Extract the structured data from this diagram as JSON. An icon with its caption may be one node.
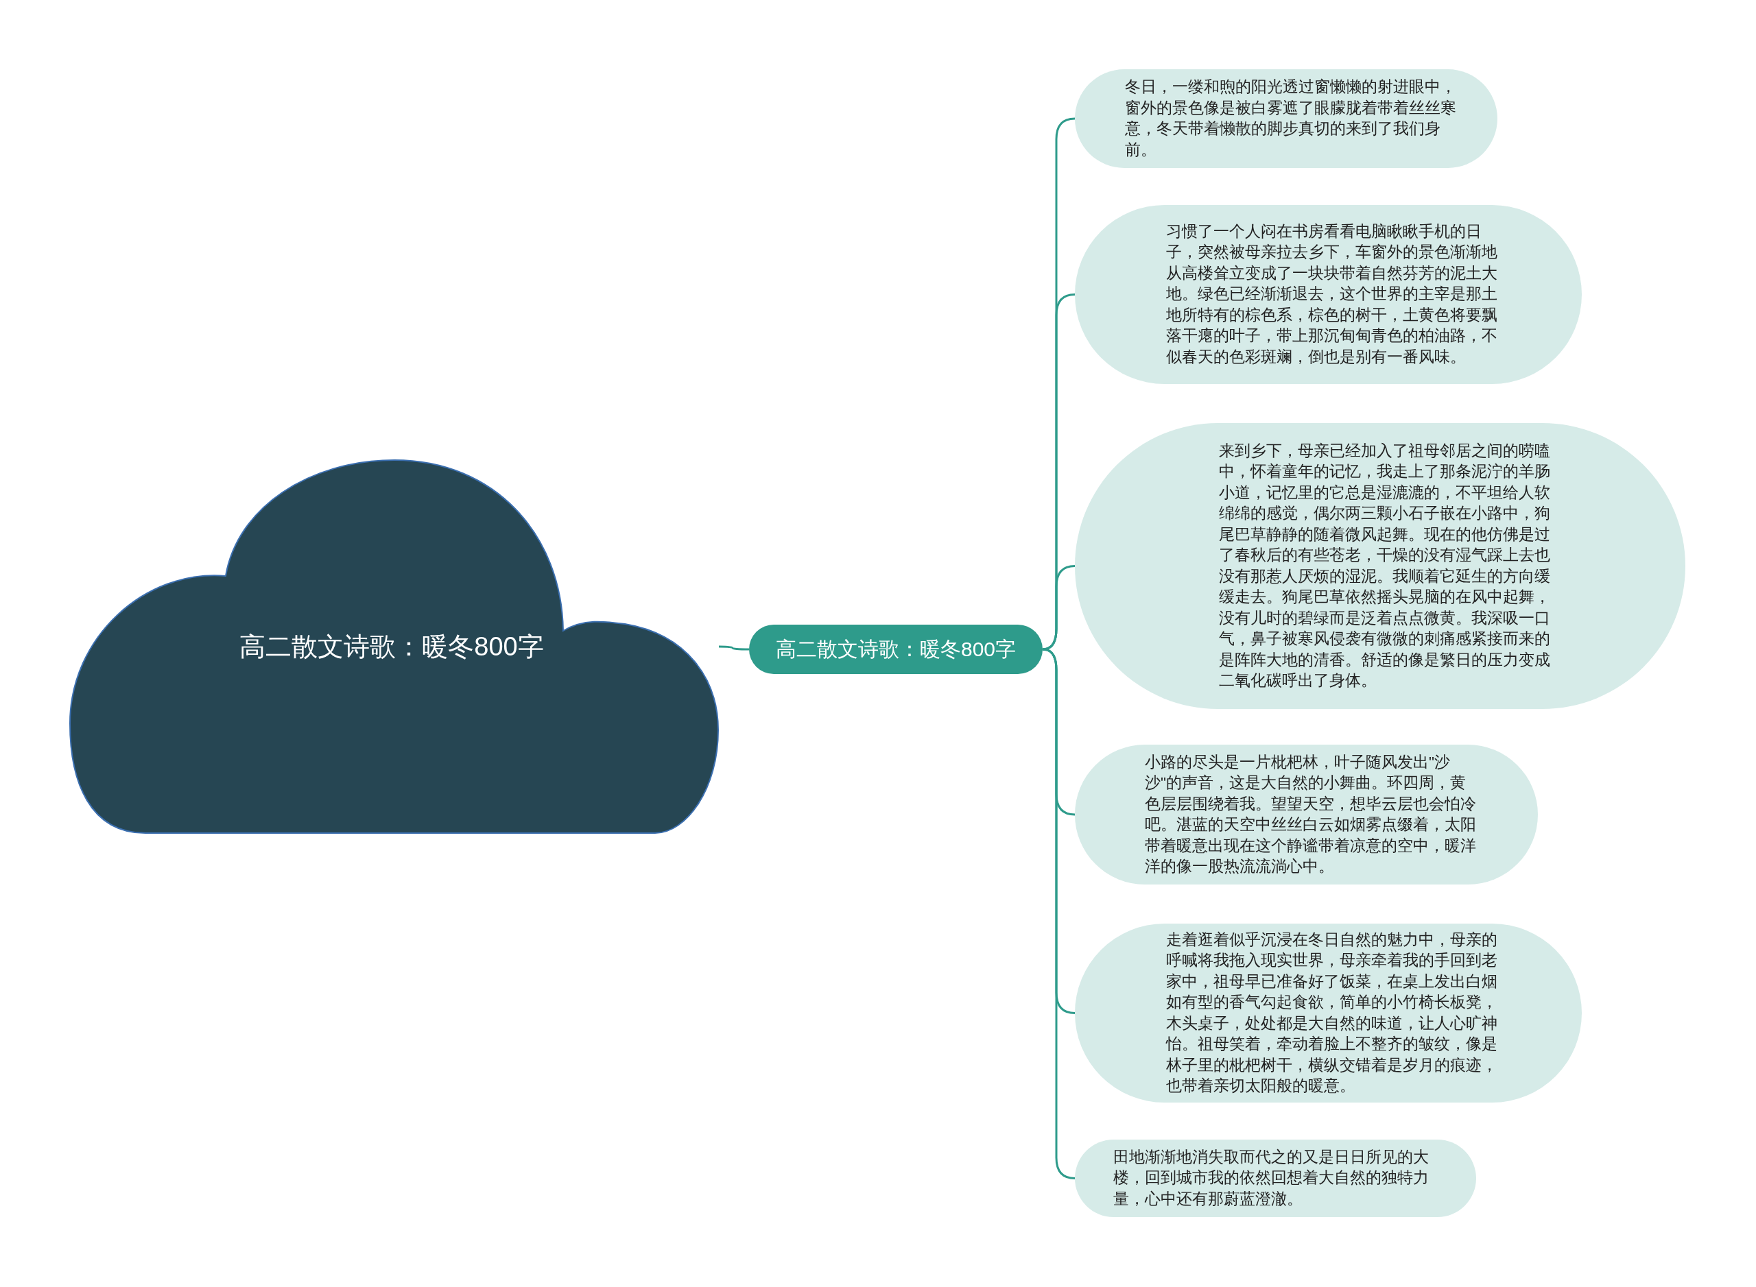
{
  "diagram": {
    "nodes": [
      {
        "text": [
          "高二散文诗歌：暖冬800字"
        ]
      },
      {
        "text": [
          "高二散文诗歌：暖冬800字"
        ]
      },
      {
        "text": [
          "冬日，一缕和煦的阳光透过窗懒懒的射进眼中，窗外的景色像是被白雾遮了眼朦胧着带着丝丝寒意，冬天带着懒散的脚步真切的来到了我们身前。"
        ]
      },
      {
        "text": [
          "习惯了一个人闷在书房看看电脑瞅瞅手机的日子，突然被母亲拉去乡下，车窗外的景色渐渐地从高楼耸立变成了一块块带着自然芬芳的泥土大地。绿色已经渐渐退去，这个世界的主宰是那土地所特有的棕色系，棕色的树干，土黄色将要飘落干瘪的叶子，带上那沉甸甸青色的柏油路，不似春天的色彩斑斓，倒也是别有一番风味。"
        ]
      },
      {
        "text": [
          "来到乡下，母亲已经加入了祖母邻居之间的唠嗑中，怀着童年的记忆，我走上了那条泥泞的羊肠小道，记忆里的它总是湿漉漉的，不平坦给人软绵绵的感觉，偶尔两三颗小石子嵌在小路中，狗尾巴草静静的随着微风起舞。现在的他仿佛是过了春秋后的有些苍老，干燥的没有湿气踩上去也没有那惹人厌烦的湿泥。我顺着它延生的方向缓缓走去。狗尾巴草依然摇头晃脑的在风中起舞，没有儿时的碧绿而是泛着点点微黄。我深吸一口气，鼻子被寒风侵袭有微微的刺痛感紧接而来的是阵阵大地的清香。舒适的像是繁日的压力变成二氧化碳呼出了身体。"
        ]
      },
      {
        "text": [
          "小路的尽头是一片枇杷林，叶子随风发出\"沙沙\"的声音，这是大自然的小舞曲。环四周，黄色层层围绕着我。望望天空，想毕云层也会怕冷吧。湛蓝的天空中丝丝白云如烟雾点缀着，太阳带着暖意出现在这个静谧带着凉意的空中，暖洋洋的像一股热流流淌心中。"
        ]
      },
      {
        "text": [
          "走着逛着似乎沉浸在冬日自然的魅力中，母亲的呼喊将我拖入现实世界，母亲牵着我的手回到老家中，祖母早已准备好了饭菜，在桌上发出白烟如有型的香气勾起食欲，简单的小竹椅长板凳，木头桌子，处处都是大自然的味道，让人心旷神怡。祖母笑着，牵动着脸上不整齐的皱纹，像是林子里的枇杷树干，横纵交错着是岁月的痕迹，也带着亲切太阳般的暖意。"
        ]
      },
      {
        "text": [
          "田地渐渐地消失取而代之的又是日日所见的大楼，回到城市我的依然回想着大自然的独特力量，心中还有那蔚蓝澄澈。"
        ]
      }
    ],
    "edges": [
      {
        "from": 0,
        "to": 1,
        "arrow": "none"
      },
      {
        "from": 1,
        "to": 2,
        "arrow": "none"
      },
      {
        "from": 1,
        "to": 3,
        "arrow": "none"
      },
      {
        "from": 1,
        "to": 4,
        "arrow": "none"
      },
      {
        "from": 1,
        "to": 5,
        "arrow": "none"
      },
      {
        "from": 1,
        "to": 6,
        "arrow": "none"
      },
      {
        "from": 1,
        "to": 7,
        "arrow": "none"
      }
    ]
  }
}
